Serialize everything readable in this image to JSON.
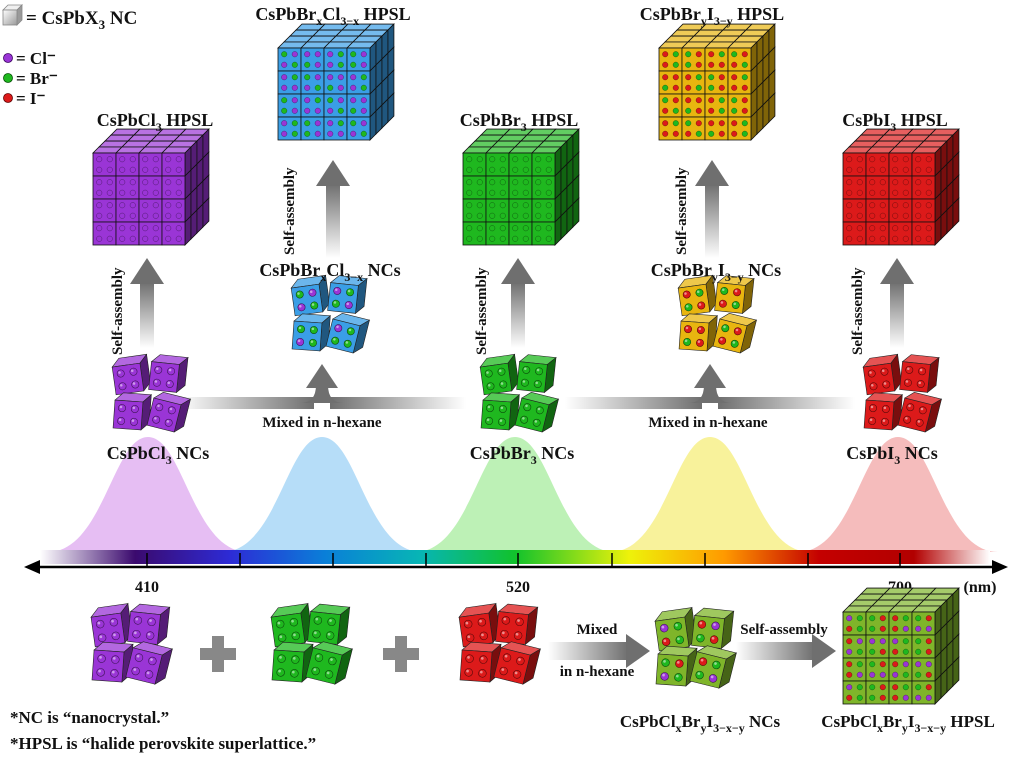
{
  "legend": {
    "nc": "= CsPbX",
    "nc_sub": "3",
    "nc_suffix": " NC",
    "cl": "= Cl⁻",
    "br": "= Br⁻",
    "i": "= I⁻"
  },
  "labels": {
    "cl_hpsl": [
      "CsPbCl",
      "3",
      " HPSL"
    ],
    "brcl_hpsl": [
      "CsPbBr",
      "x",
      "Cl",
      "3−x",
      " HPSL"
    ],
    "br_hpsl": [
      "CsPbBr",
      "3",
      " HPSL"
    ],
    "bri_hpsl": [
      "CsPbBr",
      "y",
      "I",
      "3−y",
      " HPSL"
    ],
    "i_hpsl": [
      "CsPbI",
      "3",
      " HPSL"
    ],
    "brcl_ncs": [
      "CsPbBr",
      "x",
      "Cl",
      "3−x",
      " NCs"
    ],
    "bri_ncs": [
      "CsPbBr",
      "y",
      "I",
      "3−y",
      " NCs"
    ],
    "cl_ncs": [
      "CsPbCl",
      "3",
      " NCs"
    ],
    "br_ncs": [
      "CsPbBr",
      "3",
      " NCs"
    ],
    "i_ncs": [
      "CsPbI",
      "3",
      " NCs"
    ],
    "mix_ncs": [
      "CsPbCl",
      "x",
      "Br",
      "y",
      "I",
      "3−x−y",
      " NCs"
    ],
    "mix_hpsl": [
      "CsPbCl",
      "x",
      "Br",
      "y",
      "I",
      "3−x−y",
      " HPSL"
    ]
  },
  "arrow_text": {
    "self_assembly": "Self-assembly",
    "mixed_hexane": "Mixed in n-hexane",
    "mixed": "Mixed",
    "in_hexane": "in n-hexane"
  },
  "axis": {
    "ticks": [
      "410",
      "520",
      "700"
    ],
    "unit": "(nm)"
  },
  "notes": [
    "*NC is “nanocrystal.”",
    "*HPSL is “halide perovskite superlattice.”"
  ],
  "colors": {
    "cl": "#9a35d6",
    "br": "#1fb81f",
    "i": "#dc1a1a",
    "brcl": "#3a9ee6",
    "bri": "#e8b50f",
    "mix": "#7fb52a",
    "arrow": "#888888"
  }
}
